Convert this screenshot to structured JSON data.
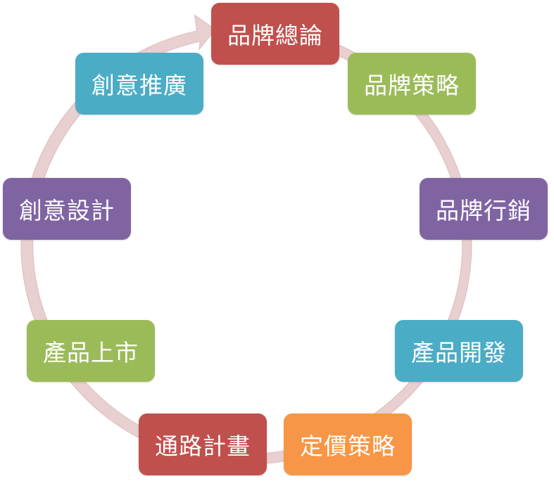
{
  "diagram": {
    "type": "cycle",
    "ring_color": "#e8cfd0",
    "nodes": [
      {
        "label": "品牌總論",
        "color": "#c0504d"
      },
      {
        "label": "品牌策略",
        "color": "#9bbb59"
      },
      {
        "label": "品牌行銷",
        "color": "#8064a2"
      },
      {
        "label": "產品開發",
        "color": "#4bacc6"
      },
      {
        "label": "定價策略",
        "color": "#f79646"
      },
      {
        "label": "通路計畫",
        "color": "#c0504d"
      },
      {
        "label": "產品上市",
        "color": "#9bbb59"
      },
      {
        "label": "創意設計",
        "color": "#8064a2"
      },
      {
        "label": "創意推廣",
        "color": "#4bacc6"
      }
    ]
  }
}
